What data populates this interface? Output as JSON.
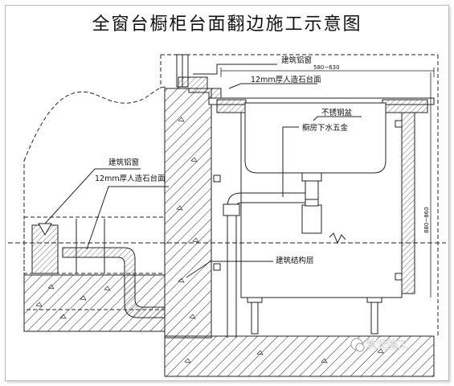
{
  "title": "全窗台橱柜台面翻边施工示意图",
  "labels": {
    "aluminum_window_right": "建筑铝窗",
    "dimension_580_630": "580~630",
    "stone_12mm_right": "12mm厚人造石台面",
    "stainless_sink": "不锈钢盆",
    "kitchen_drain_hardware": "橱房下水五金",
    "aluminum_window_left": "建筑铝窗",
    "stone_12mm_left": "12mm厚人造石台面",
    "dimension_880_860": "880~860",
    "structure_layer": "建筑结构层"
  },
  "watermark": "筑龙施工"
}
